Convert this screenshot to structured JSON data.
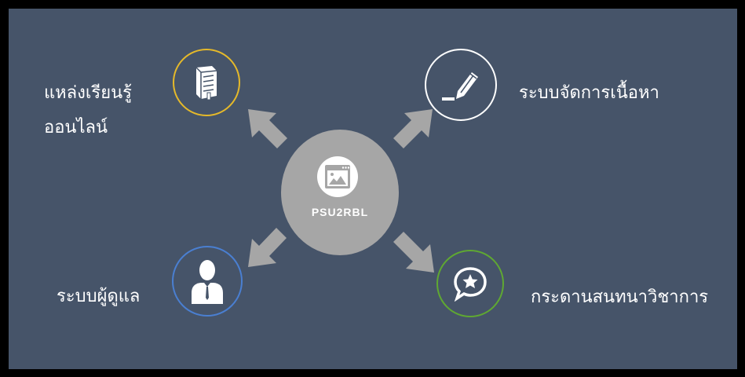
{
  "center": {
    "label": "PSU2RBL",
    "icon": "browser-window-icon"
  },
  "nodes": {
    "learning": {
      "label_line1": "แหล่งเรียนรู้",
      "label_line2": "ออนไลน์",
      "icon": "book-icon",
      "ring_color": "#e5b92a"
    },
    "content": {
      "label": "ระบบจัดการเนื้อหา",
      "icon": "pencil-icon",
      "ring_color": "#ffffff"
    },
    "admin": {
      "label": "ระบบผู้ดูแล",
      "icon": "user-icon",
      "ring_color": "#4a7fd1"
    },
    "board": {
      "label": "กระดานสนทนาวิชาการ",
      "icon": "chat-star-icon",
      "ring_color": "#5fa832"
    }
  }
}
